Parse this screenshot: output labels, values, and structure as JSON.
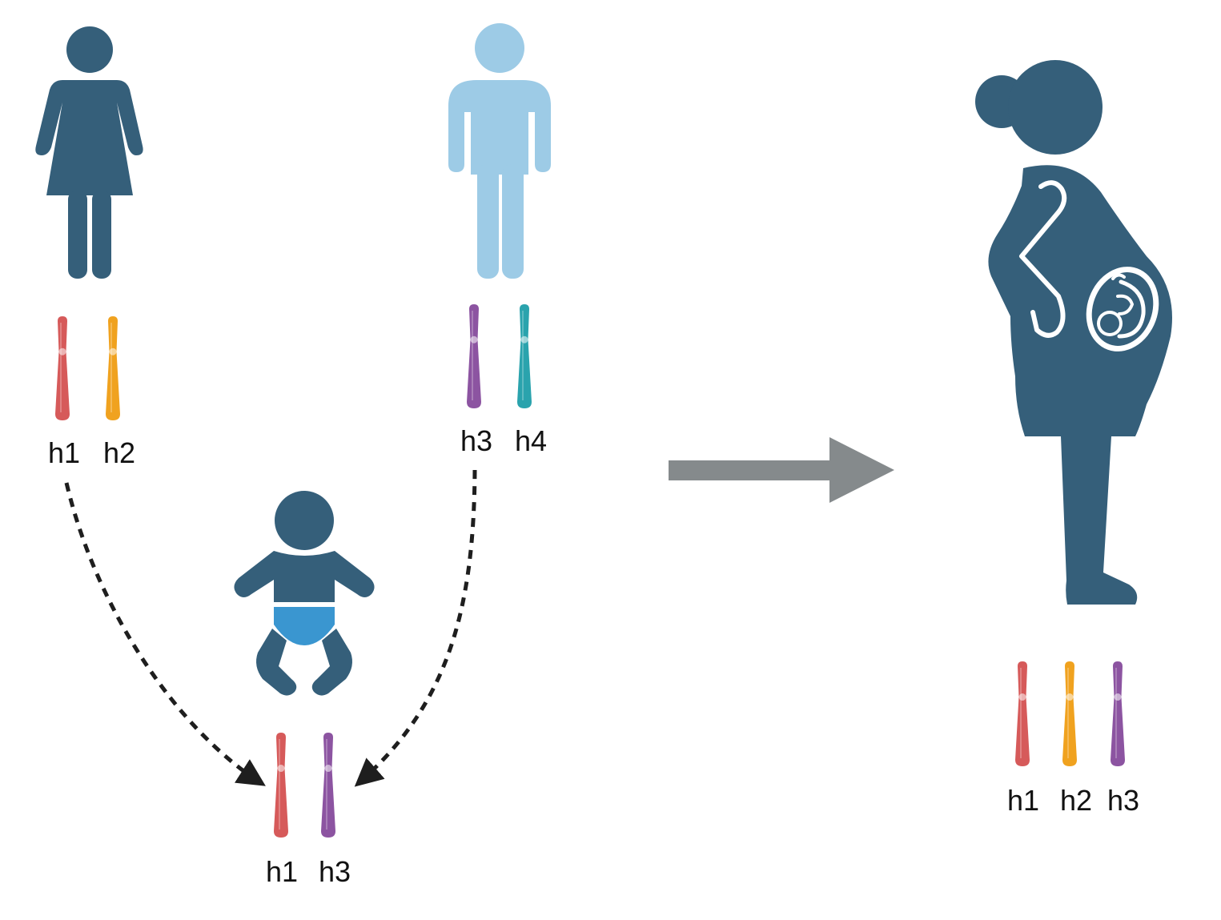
{
  "colors": {
    "figure_dark": "#355f7a",
    "figure_light": "#9dcbe6",
    "diaper": "#3a96d0",
    "arrow_gray": "#858a8c",
    "dashed_arrow": "#1e1e1e",
    "h1": "#d65a5a",
    "h2": "#f0a21f",
    "h3": "#8c54a1",
    "h4": "#2aa3ad"
  },
  "figures": {
    "mother": {
      "icon": "woman-icon",
      "labels": [
        "h1",
        "h2"
      ]
    },
    "father": {
      "icon": "man-icon",
      "labels": [
        "h3",
        "h4"
      ]
    },
    "child": {
      "icon": "baby-icon",
      "labels": [
        "h1",
        "h3"
      ]
    },
    "pregnant_mother": {
      "icon": "pregnant-woman-icon",
      "fetus_icon": "fetus-icon",
      "labels": [
        "h1",
        "h2",
        "h3"
      ]
    }
  },
  "arrows": {
    "inheritance": "dashed-arrow-icon",
    "transition": "right-arrow-icon"
  }
}
